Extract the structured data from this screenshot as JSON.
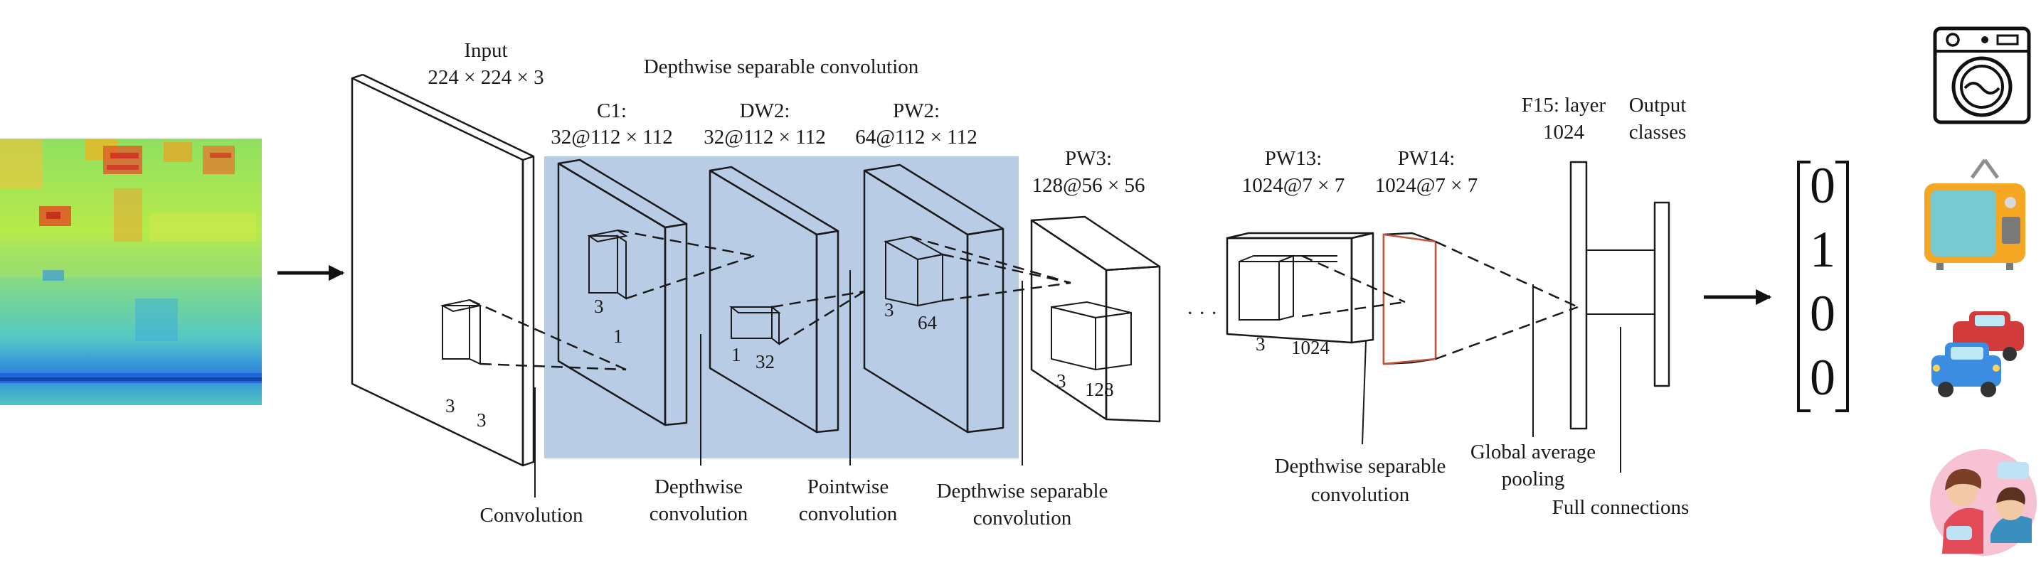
{
  "colors": {
    "highlight": "#b8cce6",
    "line": "#1a1a1a",
    "pw14_front": "#c0553b"
  },
  "labels": {
    "input_title": "Input",
    "input_dims": "224 × 224 × 3",
    "group_title": "Depthwise separable convolution",
    "c1_title": "C1:",
    "c1_dims": "32@112 × 112",
    "dw2_title": "DW2:",
    "dw2_dims": "32@112 × 112",
    "pw2_title": "PW2:",
    "pw2_dims": "64@112 × 112",
    "pw3_title": "PW3:",
    "pw3_dims": "128@56 × 56",
    "pw13_title": "PW13:",
    "pw13_dims": "1024@7 × 7",
    "pw14_title": "PW14:",
    "pw14_dims": "1024@7 × 7",
    "f15_title": "F15: layer",
    "f15_dims": "1024",
    "output_title": "Output",
    "output_sub": "classes",
    "ellipsis": "· · ·"
  },
  "kernel_numbers": {
    "input_k1": "3",
    "input_k2": "3",
    "c1_k": "3",
    "c1_depth": "1",
    "dw2_k": "1",
    "dw2_depth": "32",
    "pw2_k": "3",
    "pw2_depth": "64",
    "pw3_k": "3",
    "pw3_depth": "128",
    "pw13_k": "3",
    "pw13_depth": "1024"
  },
  "annotations": {
    "convolution": "Convolution",
    "depthwise_1": "Depthwise",
    "depthwise_2": "convolution",
    "pointwise_1": "Pointwise",
    "pointwise_2": "convolution",
    "dsc_1": "Depthwise separable",
    "dsc_2": "convolution",
    "dsc2_1": "Depthwise separable",
    "dsc2_2": "convolution",
    "gap_1": "Global average",
    "gap_2": "pooling",
    "fc": "Full connections"
  },
  "output_vector": [
    "0",
    "1",
    "0",
    "0"
  ],
  "class_icons": [
    "washing-machine-icon",
    "television-icon",
    "cars-icon",
    "people-talking-icon"
  ]
}
